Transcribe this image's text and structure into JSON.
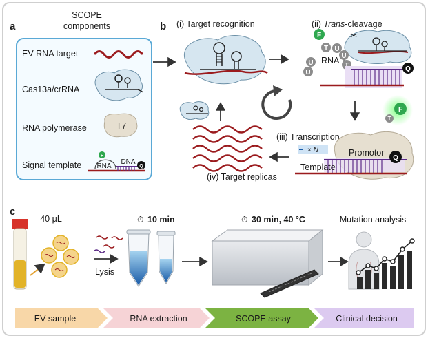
{
  "panel_a": {
    "letter": "a",
    "title_line1": "SCOPE",
    "title_line2": "components",
    "components": [
      {
        "label": "EV RNA target"
      },
      {
        "label": "Cas13a/crRNA"
      },
      {
        "label": "RNA polymerase",
        "glyph": "T7"
      },
      {
        "label": "Signal template",
        "rna": "RNA",
        "dna": "DNA",
        "f": "F",
        "q": "Q"
      }
    ]
  },
  "panel_b": {
    "letter": "b",
    "step1": "(i) Target recognition",
    "step2_prefix": "(ii) ",
    "step2_italic": "Trans",
    "step2_suffix": "-cleavage",
    "step3": "(iii) Transcription",
    "step4": "(iv) Target replicas",
    "rna_label": "RNA",
    "f": "F",
    "q": "Q",
    "promotor": "Promotor",
    "template": "Template",
    "times_n_prefix": "× ",
    "times_n": "N",
    "nucleotides": [
      "U",
      "U",
      "T",
      "U",
      "U",
      "T"
    ],
    "free_t": "T",
    "free_f": "F"
  },
  "panel_c": {
    "letter": "c",
    "volume": "40 μL",
    "time1": "10 min",
    "time2": "30 min, 40 °C",
    "mutation": "Mutation analysis",
    "lysis": "Lysis",
    "stages": [
      "EV sample",
      "RNA extraction",
      "SCOPE assay",
      "Clinical decision"
    ]
  },
  "colors": {
    "rna_red": "#9b1b1e",
    "dna_purple": "#5b2a86",
    "fluor_green": "#2fa84f",
    "panel_border": "#5aa9d6",
    "cas_blue": "#d6e6f0",
    "stage_orange": "#f8d7a8",
    "stage_pink": "#f6d3d6",
    "stage_green": "#7cb342",
    "stage_purple": "#dccaf0"
  }
}
